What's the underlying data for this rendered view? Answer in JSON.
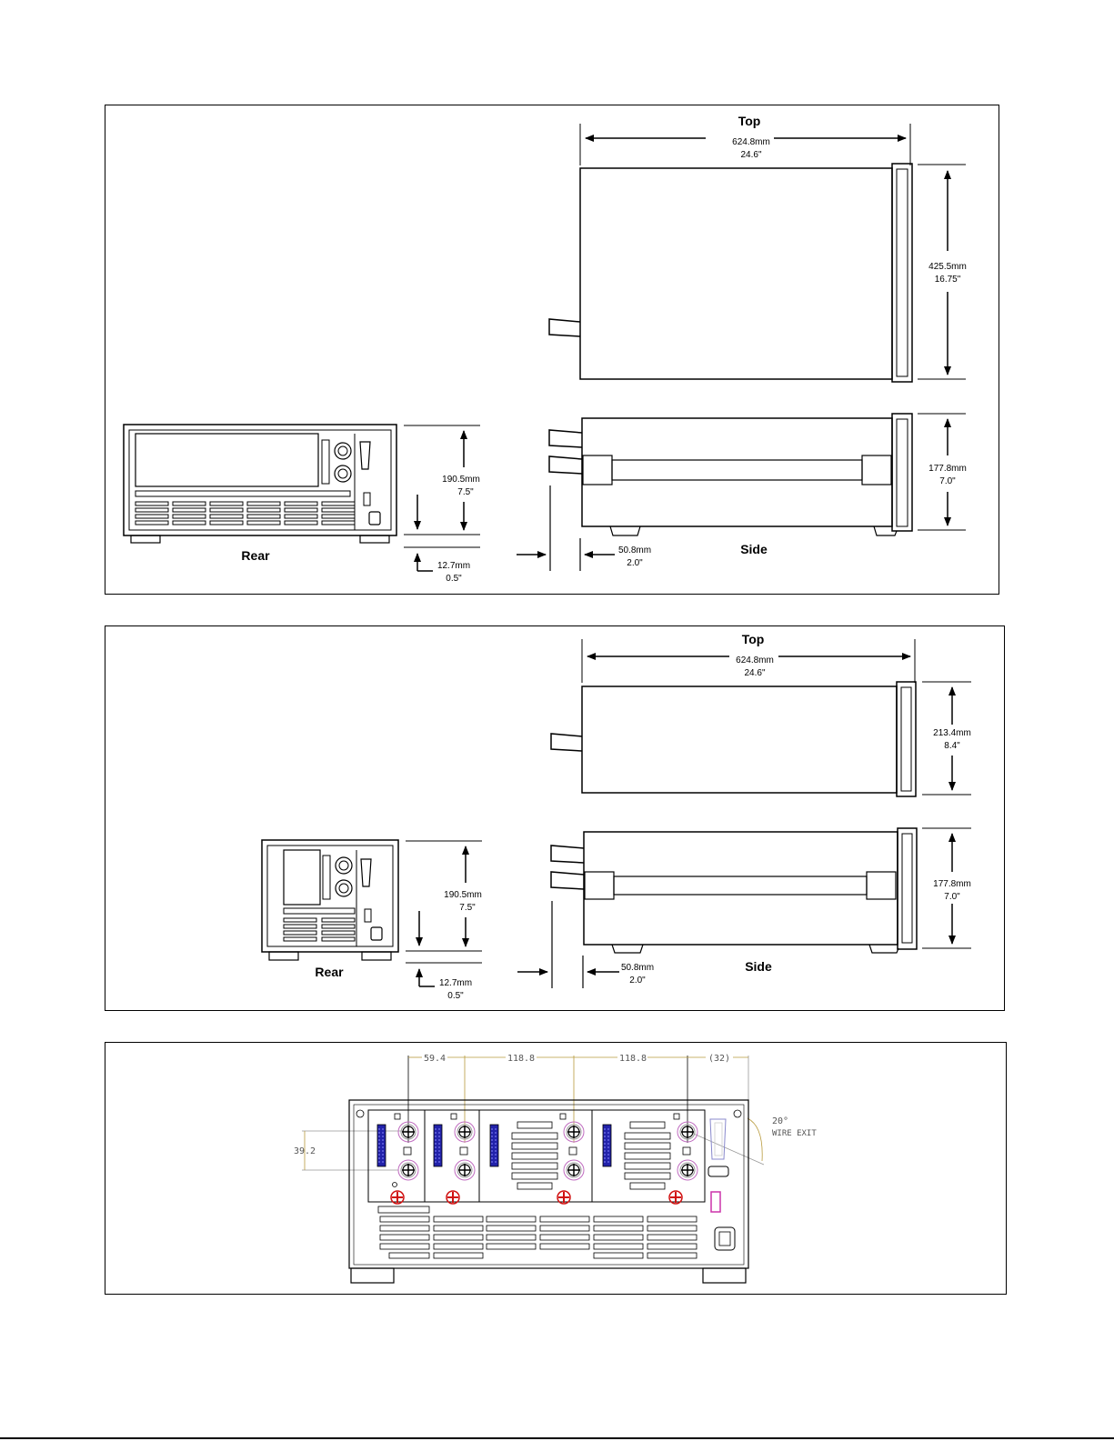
{
  "panel1": {
    "top_title": "Top",
    "top_width_mm": "624.8mm",
    "top_width_in": "24.6\"",
    "top_depth_mm": "425.5mm",
    "top_depth_in": "16.75\"",
    "side_title": "Side",
    "side_height_mm": "177.8mm",
    "side_height_in": "7.0\"",
    "side_offset_mm": "50.8mm",
    "side_offset_in": "2.0\"",
    "rear_title": "Rear",
    "rear_height_mm": "190.5mm",
    "rear_height_in": "7.5\"",
    "rear_foot_mm": "12.7mm",
    "rear_foot_in": "0.5\""
  },
  "panel2": {
    "top_title": "Top",
    "top_width_mm": "624.8mm",
    "top_width_in": "24.6\"",
    "top_depth_mm": "213.4mm",
    "top_depth_in": "8.4\"",
    "side_title": "Side",
    "side_height_mm": "177.8mm",
    "side_height_in": "7.0\"",
    "side_offset_mm": "50.8mm",
    "side_offset_in": "2.0\"",
    "rear_title": "Rear",
    "rear_height_mm": "190.5mm",
    "rear_height_in": "7.5\"",
    "rear_foot_mm": "12.7mm",
    "rear_foot_in": "0.5\""
  },
  "panel3": {
    "dim_a": "59.4",
    "dim_b": "118.8",
    "dim_c": "118.8",
    "dim_d": "(32)",
    "dim_vert": "39.2",
    "angle": "20°",
    "wire_exit": "WIRE EXIT"
  },
  "colors": {
    "cad_dim": "#b89a3c",
    "terminal_red": "#d01010",
    "connector_blue": "#2222aa",
    "usb_pink": "#cc33aa"
  }
}
